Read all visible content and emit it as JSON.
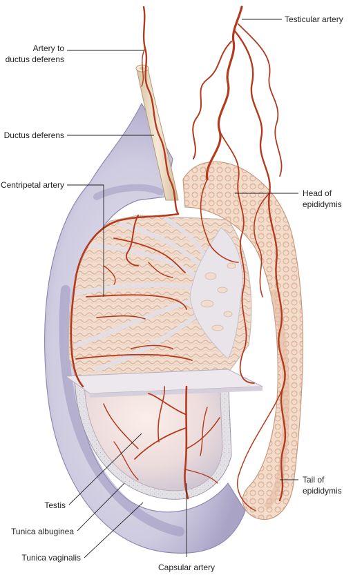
{
  "figure": {
    "labels": {
      "testicular_artery": "Testicular artery",
      "artery_to_ductus_line1": "Artery to",
      "artery_to_ductus_line2": "ductus deferens",
      "ductus_deferens": "Ductus deferens",
      "centripetal_artery": "Centripetal artery",
      "head_epididymis_line1": "Head of",
      "head_epididymis_line2": "epididymis",
      "testis": "Testis",
      "tunica_albuginea": "Tunica albuginea",
      "tunica_vaginalis": "Tunica vaginalis",
      "capsular_artery": "Capsular artery",
      "tail_epididymis_line1": "Tail of",
      "tail_epididymis_line2": "epididymis"
    },
    "colors": {
      "artery": "#b33a1e",
      "tunica_vaginalis": "#c9c6dc",
      "testis_tissue": "#efd6c8",
      "epididymis": "#f2d9c6",
      "ductus": "#ecdcc4"
    }
  }
}
